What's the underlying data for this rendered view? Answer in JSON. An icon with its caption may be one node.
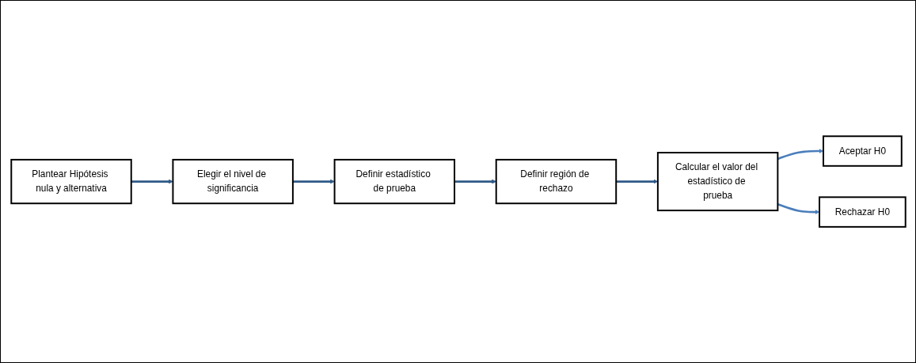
{
  "diagram": {
    "nodes": [
      {
        "text": [
          "Plantear Hipótesis nula y alternativa"
        ]
      },
      {
        "text": [
          "Elegir el nivel de significancia"
        ]
      },
      {
        "text": [
          "Definir estadístico de prueba"
        ]
      },
      {
        "text": [
          "Definir región de rechazo"
        ]
      },
      {
        "text": [
          "Calcular el valor del estadístico de prueba"
        ]
      },
      {
        "text": [
          "Aceptar H0"
        ]
      },
      {
        "text": [
          "Rechazar H0"
        ]
      }
    ],
    "edges": [
      {
        "from": 0,
        "to": 1,
        "arrow": "to"
      },
      {
        "from": 1,
        "to": 2,
        "arrow": "to"
      },
      {
        "from": 2,
        "to": 3,
        "arrow": "to"
      },
      {
        "from": 3,
        "to": 4,
        "arrow": "to"
      },
      {
        "from": 4,
        "to": 5,
        "arrow": "to",
        "color": "#4a7ebb"
      },
      {
        "from": 4,
        "to": 6,
        "arrow": "to",
        "color": "#4a7ebb"
      }
    ]
  }
}
